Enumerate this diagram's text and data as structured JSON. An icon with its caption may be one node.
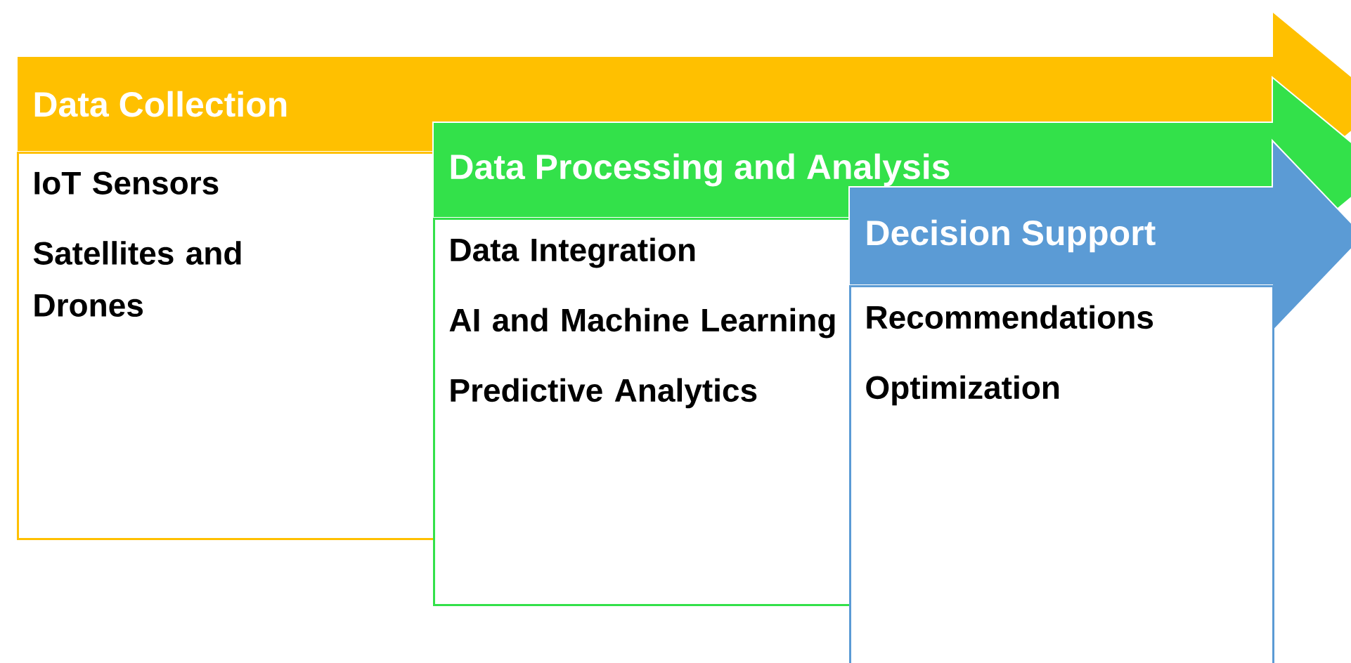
{
  "diagram": {
    "nodes": [
      {
        "text": [
          "Data Collection"
        ]
      },
      {
        "text": [
          "IoT Sensors",
          "Satellites and Drones"
        ]
      },
      {
        "text": [
          "Data Processing and Analysis"
        ]
      },
      {
        "text": [
          "Data Integration",
          "AI and Machine Learning",
          "Predictive Analytics"
        ]
      },
      {
        "text": [
          "Decision Support"
        ]
      },
      {
        "text": [
          "Recommendations",
          "Optimization"
        ]
      }
    ]
  }
}
